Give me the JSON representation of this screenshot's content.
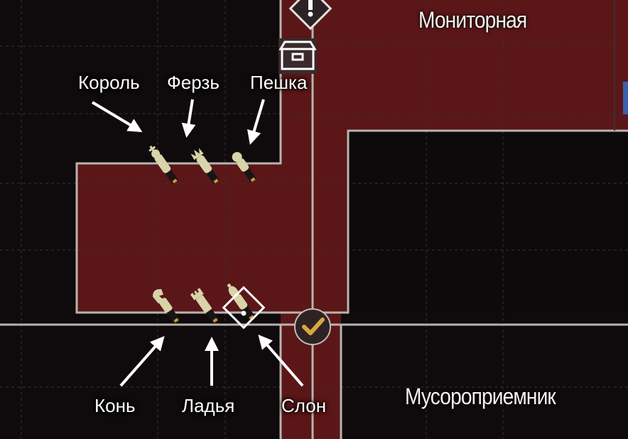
{
  "rooms": {
    "monitor_room": "Мониторная",
    "garbage_room": "Мусороприемник"
  },
  "pieces": {
    "king": "Король",
    "queen": "Ферзь",
    "pawn": "Пешка",
    "knight": "Конь",
    "rook": "Ладья",
    "bishop": "Слон"
  },
  "colors": {
    "room_red": "#5b1618",
    "unexplored": "#0f0b0c",
    "wall": "#b8b4ae",
    "grid": "#3b2f32",
    "piece_ivory": "#d8d3a8",
    "piece_base": "#1a1416",
    "checkmark": "#d8a640",
    "side_tab": "#3a5fb0"
  },
  "icons": [
    "alert-marker-icon",
    "storage-box-icon",
    "item-marker-icon",
    "checkmark-icon"
  ]
}
